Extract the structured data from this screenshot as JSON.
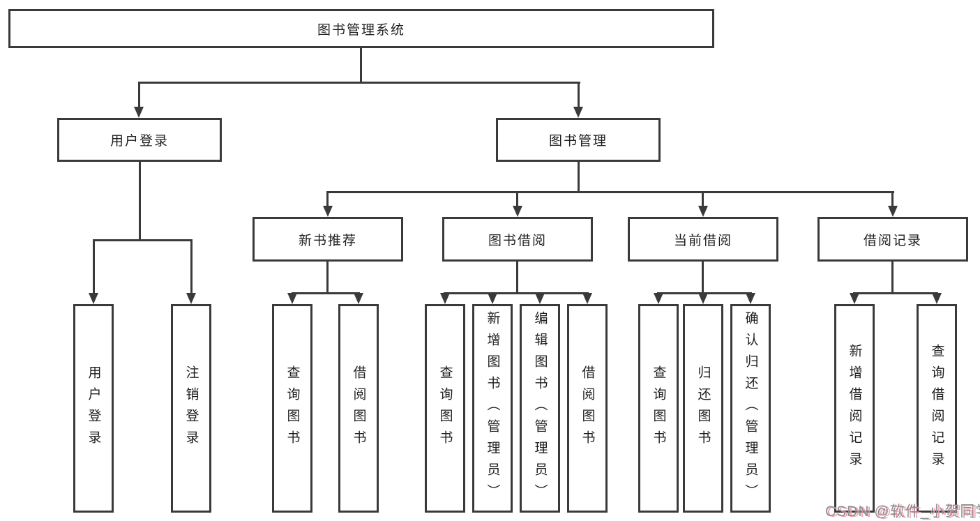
{
  "tree": {
    "root": "图书管理系统",
    "branches": [
      {
        "label": "用户登录",
        "leaves": [
          "用户登录",
          "注销登录"
        ]
      },
      {
        "label": "图书管理",
        "groups": [
          {
            "label": "新书推荐",
            "leaves": [
              "查询图书",
              "借阅图书"
            ]
          },
          {
            "label": "图书借阅",
            "leaves": [
              "查询图书",
              "新增图书（管理员）",
              "编辑图书（管理员）",
              "借阅图书"
            ]
          },
          {
            "label": "当前借阅",
            "leaves": [
              "查询图书",
              "归还图书",
              "确认归还（管理员）"
            ]
          },
          {
            "label": "借阅记录",
            "leaves": [
              "新增借阅记录",
              "查询借阅记录"
            ]
          }
        ]
      }
    ]
  },
  "watermark": {
    "text": "CSDN @软件_小贺同学"
  },
  "colors": {
    "line": "#3a3a3a",
    "text": "#1f1f1f",
    "background": "#ffffff",
    "watermark": "#8e8e8e",
    "watermark_shadow": "#ef9fb1"
  }
}
